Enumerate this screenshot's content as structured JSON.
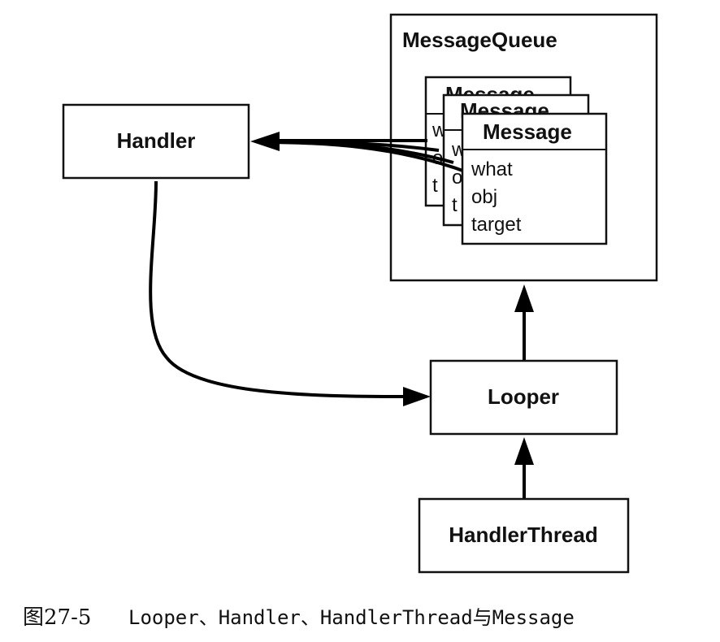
{
  "nodes": {
    "handler": "Handler",
    "message_queue": "MessageQueue",
    "looper": "Looper",
    "handler_thread": "HandlerThread",
    "message": {
      "title": "Message",
      "fields": [
        "what",
        "obj",
        "target"
      ],
      "back_fragments": [
        "w",
        "o",
        "t"
      ]
    }
  },
  "caption": {
    "figure_number": "图27-5",
    "text": "Looper、Handler、HandlerThread与Message"
  }
}
